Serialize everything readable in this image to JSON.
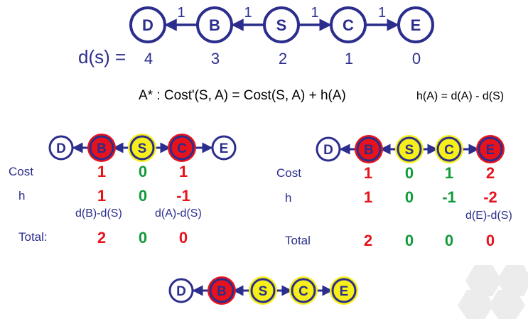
{
  "top_graph": {
    "nodes": [
      "D",
      "B",
      "S",
      "C",
      "E"
    ],
    "edge_weights": [
      "1",
      "1",
      "1",
      "1"
    ],
    "ds_label": "d(s) =",
    "ds_values": [
      "4",
      "3",
      "2",
      "1",
      "0"
    ]
  },
  "formula": "A* : Cost'(S, A) = Cost(S, A) + h(A)",
  "heuristic": "h(A) = d(A) - d(S)",
  "left_example": {
    "nodes": [
      "D",
      "B",
      "S",
      "C",
      "E"
    ],
    "row_labels": {
      "cost": "Cost",
      "h": "h",
      "total": "Total:"
    },
    "cost": [
      "1",
      "0",
      "1"
    ],
    "h": [
      "1",
      "0",
      "-1"
    ],
    "notes": [
      "d(B)-d(S)",
      "d(A)-d(S)"
    ],
    "total": [
      "2",
      "0",
      "0"
    ]
  },
  "right_example": {
    "nodes": [
      "D",
      "B",
      "S",
      "C",
      "E"
    ],
    "row_labels": {
      "cost": "Cost",
      "h": "h",
      "total": "Total"
    },
    "cost": [
      "1",
      "0",
      "1",
      "2"
    ],
    "h": [
      "1",
      "0",
      "-1",
      "-2"
    ],
    "notes": [
      "d(E)-d(S)"
    ],
    "total": [
      "2",
      "0",
      "0",
      "0"
    ]
  },
  "bottom_graph": {
    "nodes": [
      "D",
      "B",
      "S",
      "C",
      "E"
    ]
  },
  "colors": {
    "navy": "#2b2e8c",
    "red": "#e8121c",
    "green": "#129a3a",
    "yellow": "#f6ef1a",
    "white": "#ffffff",
    "hex": "#ececec"
  }
}
